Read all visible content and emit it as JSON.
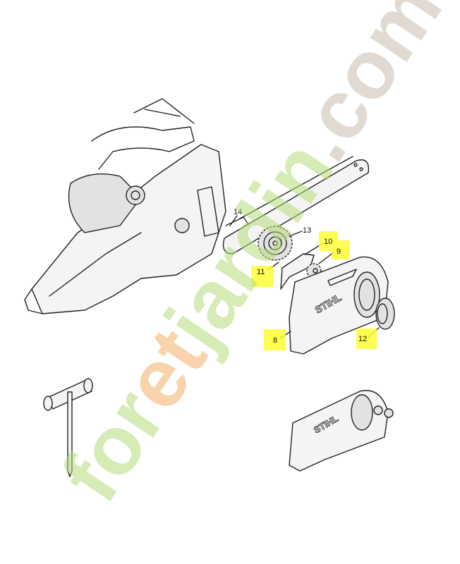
{
  "diagram": {
    "callouts": [
      {
        "number": "14",
        "highlighted": false
      },
      {
        "number": "13",
        "highlighted": false
      },
      {
        "number": "10",
        "highlighted": true
      },
      {
        "number": "9",
        "highlighted": true
      },
      {
        "number": "11",
        "highlighted": true
      },
      {
        "number": "8",
        "highlighted": true
      },
      {
        "number": "12",
        "highlighted": true
      }
    ],
    "brand_marks": [
      "STIHL",
      "STIHL"
    ],
    "highlight_color": "#ffff33"
  },
  "watermark": {
    "parts": [
      "for",
      "et",
      "jardin",
      ".com"
    ],
    "colors": [
      "#b5dc7a",
      "#f4b06a",
      "#b5dc7a",
      "#c9bdb0"
    ]
  }
}
